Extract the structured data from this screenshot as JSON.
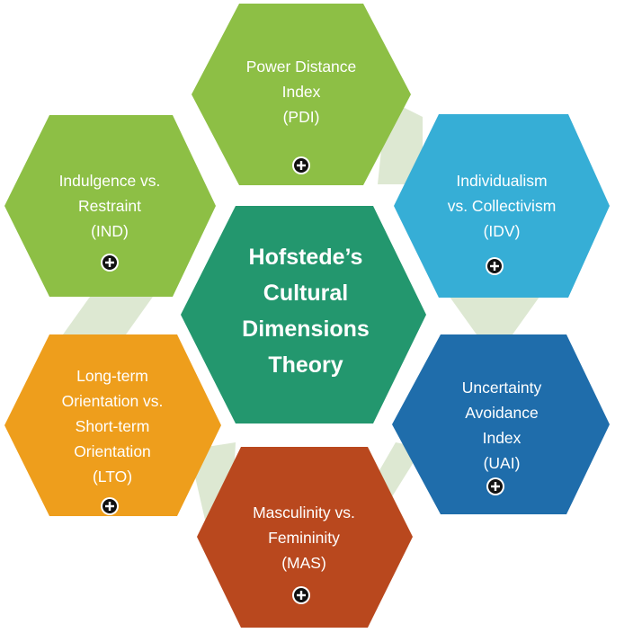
{
  "center": {
    "lines": [
      "Hofstede’s",
      "Cultural",
      "Dimensions",
      "Theory"
    ],
    "color": "#23976E"
  },
  "dimensions": [
    {
      "id": "pdi",
      "lines": [
        "Power Distance",
        "Index",
        "(PDI)"
      ],
      "color": "#8DBF45",
      "icon": "plus-circle-icon"
    },
    {
      "id": "idv",
      "lines": [
        "Individualism",
        "vs. Collectivism",
        "(IDV)"
      ],
      "color": "#36AED6",
      "icon": "plus-circle-icon"
    },
    {
      "id": "uai",
      "lines": [
        "Uncertainty",
        "Avoidance",
        "Index",
        "(UAI)"
      ],
      "color": "#1F6DAB",
      "icon": "plus-circle-icon"
    },
    {
      "id": "mas",
      "lines": [
        "Masculinity vs.",
        "Femininity",
        "(MAS)"
      ],
      "color": "#B9481E",
      "icon": "plus-circle-icon"
    },
    {
      "id": "lto",
      "lines": [
        "Long-term",
        "Orientation vs.",
        "Short-term",
        "Orientation",
        "(LTO)"
      ],
      "color": "#EE9E1C",
      "icon": "plus-circle-icon"
    },
    {
      "id": "ind",
      "lines": [
        "Indulgence vs.",
        "Restraint",
        "(IND)"
      ],
      "color": "#8DBF45",
      "icon": "plus-circle-icon"
    }
  ],
  "connector_color": "#DDE8D2"
}
